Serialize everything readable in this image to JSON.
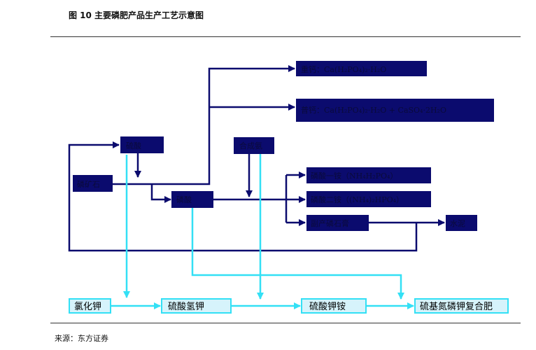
{
  "title": "图 10  主要磷肥产品生产工艺示意图",
  "source": "来源：东方证券",
  "colors": {
    "navy": "#0b0b6e",
    "cyan": "#33e0f5",
    "cyan_fill": "#d6f3fb"
  },
  "nodes": {
    "n1": "重钙：Ca(H₂PO₄)₂·H₂O",
    "n2": "普钙：Ca(H₂PO₄)₂·H₂O + CaSO₄·2H₂O",
    "sulfuric_acid": "硫酸",
    "ammonia": "合成氨",
    "phosphate_rock": "磷矿石",
    "phosphoric_acid": "磷酸",
    "map": "磷酸一铵（NH₄H₂PO₄）",
    "dap": "磷酸二铵（(NH₄)₂HPO₄）",
    "phosphogypsum": "副产磷石膏",
    "cement": "水泥"
  },
  "bottom": {
    "kcl": "氯化钾",
    "k2so4": "硫酸氢钾",
    "kas": "硫酸钾铵",
    "npk": "硫基氮磷钾复合肥"
  }
}
